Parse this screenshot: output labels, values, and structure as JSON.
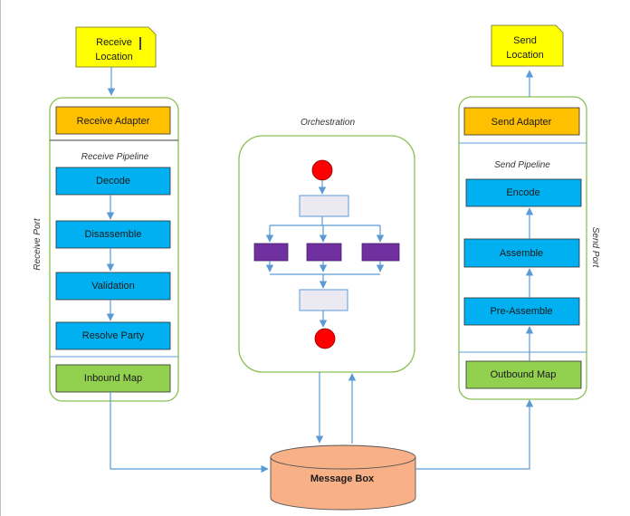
{
  "colors": {
    "adapter": "#ffc000",
    "pipeline_step": "#00b0f0",
    "map": "#92d050",
    "location_note": "#ffff00",
    "port_border": "#8cbf53",
    "orchestration_shape": "#7030a0",
    "orchestration_task": "#ebe9f2",
    "start_end": "#ff0000",
    "message_box": "#f8b087",
    "connector": "#5b9bd5"
  },
  "receive_location": {
    "line1": "Receive",
    "line2": "Location"
  },
  "receive_port": {
    "label": "Receive Port",
    "adapter": "Receive Adapter",
    "pipeline_label": "Receive Pipeline",
    "steps": [
      "Decode",
      "Disassemble",
      "Validation",
      "Resolve Party"
    ],
    "map": "Inbound Map"
  },
  "orchestration": {
    "label": "Orchestration"
  },
  "send_location": {
    "line1": "Send",
    "line2": "Location"
  },
  "send_port": {
    "label": "Send Port",
    "adapter": "Send Adapter",
    "pipeline_label": "Send Pipeline",
    "steps": [
      "Encode",
      "Assemble",
      "Pre-Assemble"
    ],
    "map": "Outbound Map"
  },
  "message_box": {
    "label": "Message Box"
  }
}
